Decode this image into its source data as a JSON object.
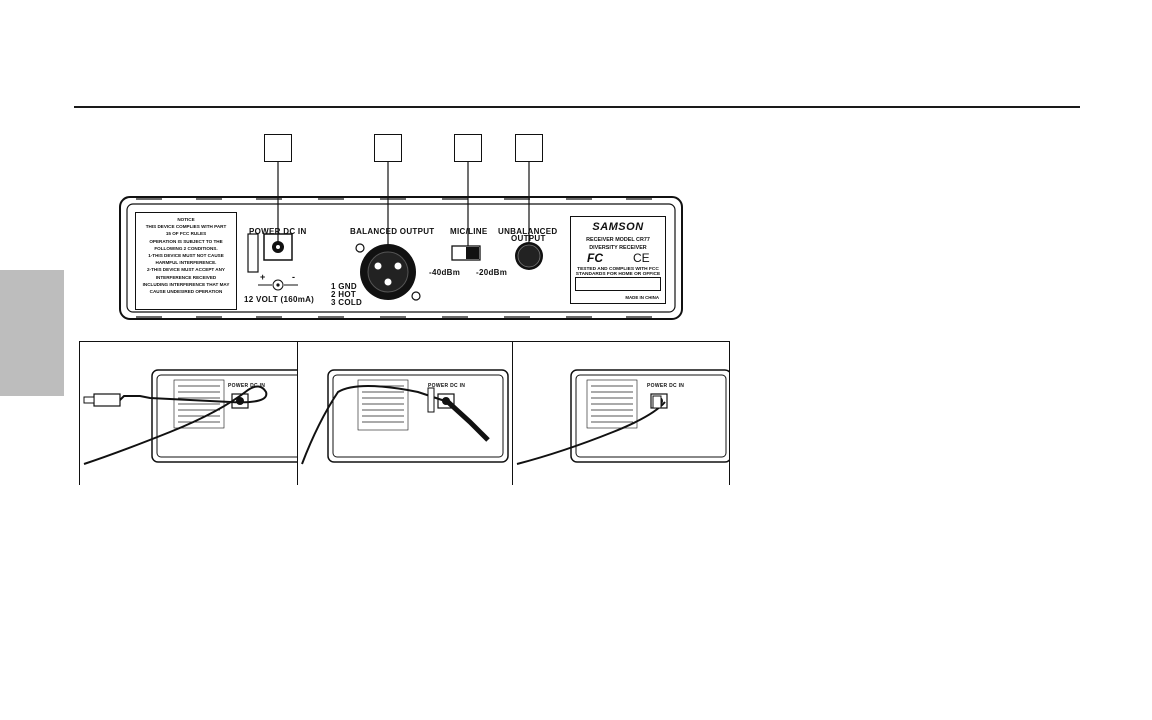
{
  "panel": {
    "notice_lines": [
      "NOTICE",
      "THIS DEVICE COMPLIES WITH PART",
      "15 OF FCC RULES",
      "OPERATION IS SUBJECT TO THE",
      "FOLLOWING 2 CONDITIONS.",
      "1-THIS DEVICE MUST NOT CAUSE",
      "HARMFUL INTERFERENCE.",
      "2-THIS DEVICE MUST ACCEPT ANY",
      "INTERFERENCE RECEIVED",
      "INCLUDING INTERFERENCE THAT MAY",
      "CAUSE UNDESIRED OPERATION"
    ],
    "power_label": "POWER DC IN",
    "polarity_plus": "+",
    "polarity_minus": "-",
    "voltage_label": "12 VOLT (160mA)",
    "balanced_label": "BALANCED OUTPUT",
    "pin_labels": [
      "1 GND",
      "2 HOT",
      "3 COLD"
    ],
    "mic_line_label": "MIC/LINE",
    "level_low": "-40dBm",
    "level_high": "-20dBm",
    "unbalanced_label_1": "UNBALANCED",
    "unbalanced_label_2": "OUTPUT",
    "brand": "SAMSON",
    "model": "RECEIVER MODEL CR77",
    "receiver_type": "DIVERSITY RECEIVER",
    "fcc_mark": "FC",
    "ce_mark": "CE",
    "tested_1": "TESTED AND COMPLIES WITH FCC",
    "tested_2": "STANDARDS FOR HOME OR OFFICE",
    "made_in": "MADE IN CHINA"
  },
  "steps": [
    {
      "power_label": "POWER DC IN"
    },
    {
      "power_label": "POWER DC IN"
    },
    {
      "power_label": "POWER DC IN"
    }
  ],
  "colors": {
    "ink": "#111111",
    "tab": "#bdbdbd",
    "rule": "#1a1a1a"
  }
}
